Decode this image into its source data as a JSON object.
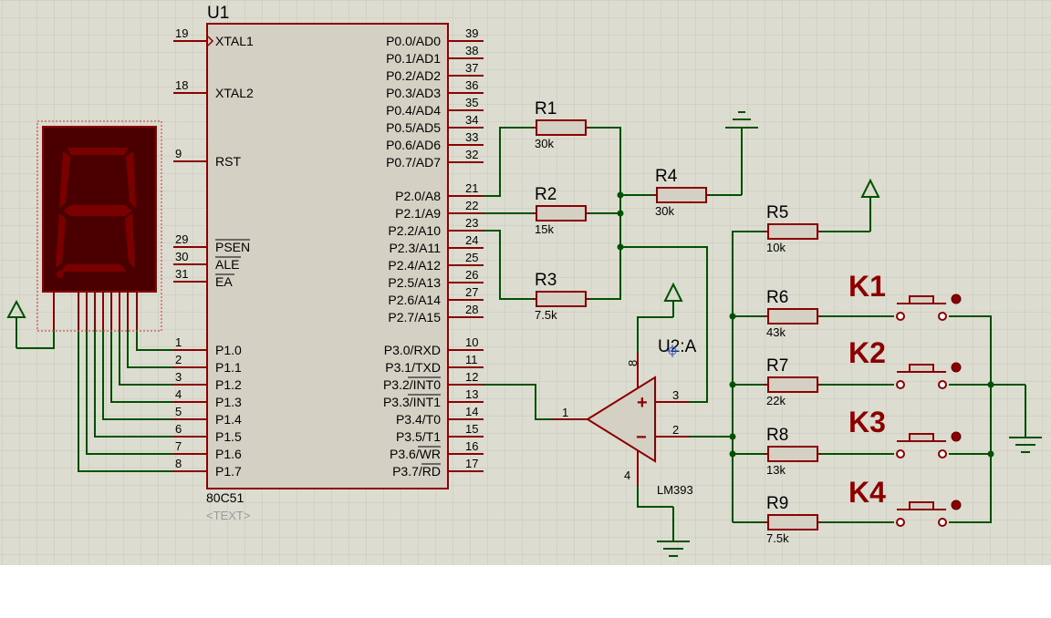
{
  "colors": {
    "background": "#dcdcd0",
    "grid": "#c6c6ba",
    "wire": "#005200",
    "component": "#8b0000",
    "body_fill": "#d4d0c4",
    "display_bg": "#4a0000",
    "segment_off": "#7a0000",
    "key_label": "#8b0000"
  },
  "mcu": {
    "ref": "U1",
    "part": "80C51",
    "text_placeholder": "<TEXT>",
    "left_pins": [
      {
        "num": "19",
        "name": "XTAL1"
      },
      {
        "num": "18",
        "name": "XTAL2"
      },
      {
        "num": "9",
        "name": "RST"
      },
      {
        "num": "29",
        "name": "PSEN"
      },
      {
        "num": "30",
        "name": "ALE"
      },
      {
        "num": "31",
        "name": "EA"
      },
      {
        "num": "1",
        "name": "P1.0"
      },
      {
        "num": "2",
        "name": "P1.1"
      },
      {
        "num": "3",
        "name": "P1.2"
      },
      {
        "num": "4",
        "name": "P1.3"
      },
      {
        "num": "5",
        "name": "P1.4"
      },
      {
        "num": "6",
        "name": "P1.5"
      },
      {
        "num": "7",
        "name": "P1.6"
      },
      {
        "num": "8",
        "name": "P1.7"
      }
    ],
    "right_pins": [
      {
        "num": "39",
        "name": "P0.0/AD0"
      },
      {
        "num": "38",
        "name": "P0.1/AD1"
      },
      {
        "num": "37",
        "name": "P0.2/AD2"
      },
      {
        "num": "36",
        "name": "P0.3/AD3"
      },
      {
        "num": "35",
        "name": "P0.4/AD4"
      },
      {
        "num": "34",
        "name": "P0.5/AD5"
      },
      {
        "num": "33",
        "name": "P0.6/AD6"
      },
      {
        "num": "32",
        "name": "P0.7/AD7"
      },
      {
        "num": "21",
        "name": "P2.0/A8"
      },
      {
        "num": "22",
        "name": "P2.1/A9"
      },
      {
        "num": "23",
        "name": "P2.2/A10"
      },
      {
        "num": "24",
        "name": "P2.3/A11"
      },
      {
        "num": "25",
        "name": "P2.4/A12"
      },
      {
        "num": "26",
        "name": "P2.5/A13"
      },
      {
        "num": "27",
        "name": "P2.6/A14"
      },
      {
        "num": "28",
        "name": "P2.7/A15"
      },
      {
        "num": "10",
        "name": "P3.0/RXD"
      },
      {
        "num": "11",
        "name": "P3.1/TXD"
      },
      {
        "num": "12",
        "name": "P3.2/INT0"
      },
      {
        "num": "13",
        "name": "P3.3/INT1"
      },
      {
        "num": "14",
        "name": "P3.4/T0"
      },
      {
        "num": "15",
        "name": "P3.5/T1"
      },
      {
        "num": "16",
        "name": "P3.6/WR"
      },
      {
        "num": "17",
        "name": "P3.7/RD"
      }
    ]
  },
  "resistors": [
    {
      "ref": "R1",
      "value": "30k"
    },
    {
      "ref": "R2",
      "value": "15k"
    },
    {
      "ref": "R3",
      "value": "7.5k"
    },
    {
      "ref": "R4",
      "value": "30k"
    },
    {
      "ref": "R5",
      "value": "10k"
    },
    {
      "ref": "R6",
      "value": "43k"
    },
    {
      "ref": "R7",
      "value": "22k"
    },
    {
      "ref": "R8",
      "value": "13k"
    },
    {
      "ref": "R9",
      "value": "7.5k"
    }
  ],
  "comparator": {
    "ref": "U2:A",
    "part": "LM393",
    "pins": {
      "out": "1",
      "minus": "2",
      "plus": "3",
      "gnd": "4",
      "vcc": "8"
    },
    "plus_symbol": "+",
    "minus_symbol": "−"
  },
  "keys": [
    "K1",
    "K2",
    "K3",
    "K4"
  ]
}
